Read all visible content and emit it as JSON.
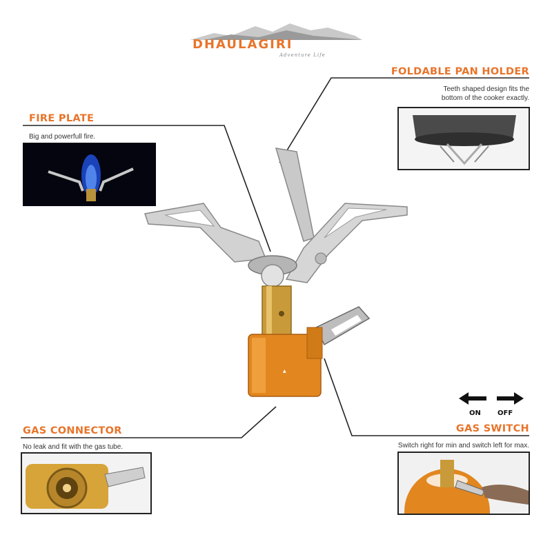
{
  "logo": {
    "brand": "DHAULAGIRI",
    "tagline": "Adventure Life"
  },
  "features": {
    "pan_holder": {
      "title": "FOLDABLE PAN HOLDER",
      "description_line1": "Teeth shaped design fits the",
      "description_line2": "bottom of the cooker exactly."
    },
    "fire_plate": {
      "title": "FIRE PLATE",
      "description": "Big and powerfull fire."
    },
    "gas_connector": {
      "title": "GAS CONNECTOR",
      "description": "No leak and fit with the gas tube."
    },
    "gas_switch": {
      "title": "GAS SWITCH",
      "description": "Switch right for min and switch left for max.",
      "on_label": "ON",
      "off_label": "OFF"
    }
  },
  "colors": {
    "accent": "#e8742a",
    "line": "#222222"
  }
}
